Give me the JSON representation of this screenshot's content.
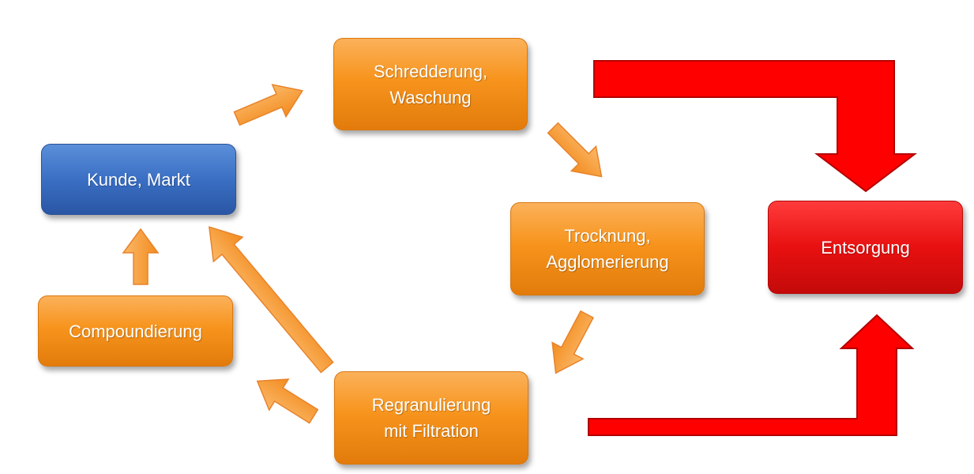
{
  "nodes": {
    "schredderung": {
      "label": "Schredderung,\nWaschung"
    },
    "kunde": {
      "label": "Kunde, Markt"
    },
    "trocknung": {
      "label": "Trocknung,\nAgglomerierung"
    },
    "entsorgung": {
      "label": "Entsorgung"
    },
    "compoundierung": {
      "label": "Compoundierung"
    },
    "regranulierung": {
      "label": "Regranulierung\nmit Filtration"
    }
  },
  "colors": {
    "process_orange": "#f7941d",
    "market_blue": "#3a6fc4",
    "disposal_red": "#e81010",
    "arrow_orange": "#f7a044",
    "arrow_red": "#ff0000"
  }
}
